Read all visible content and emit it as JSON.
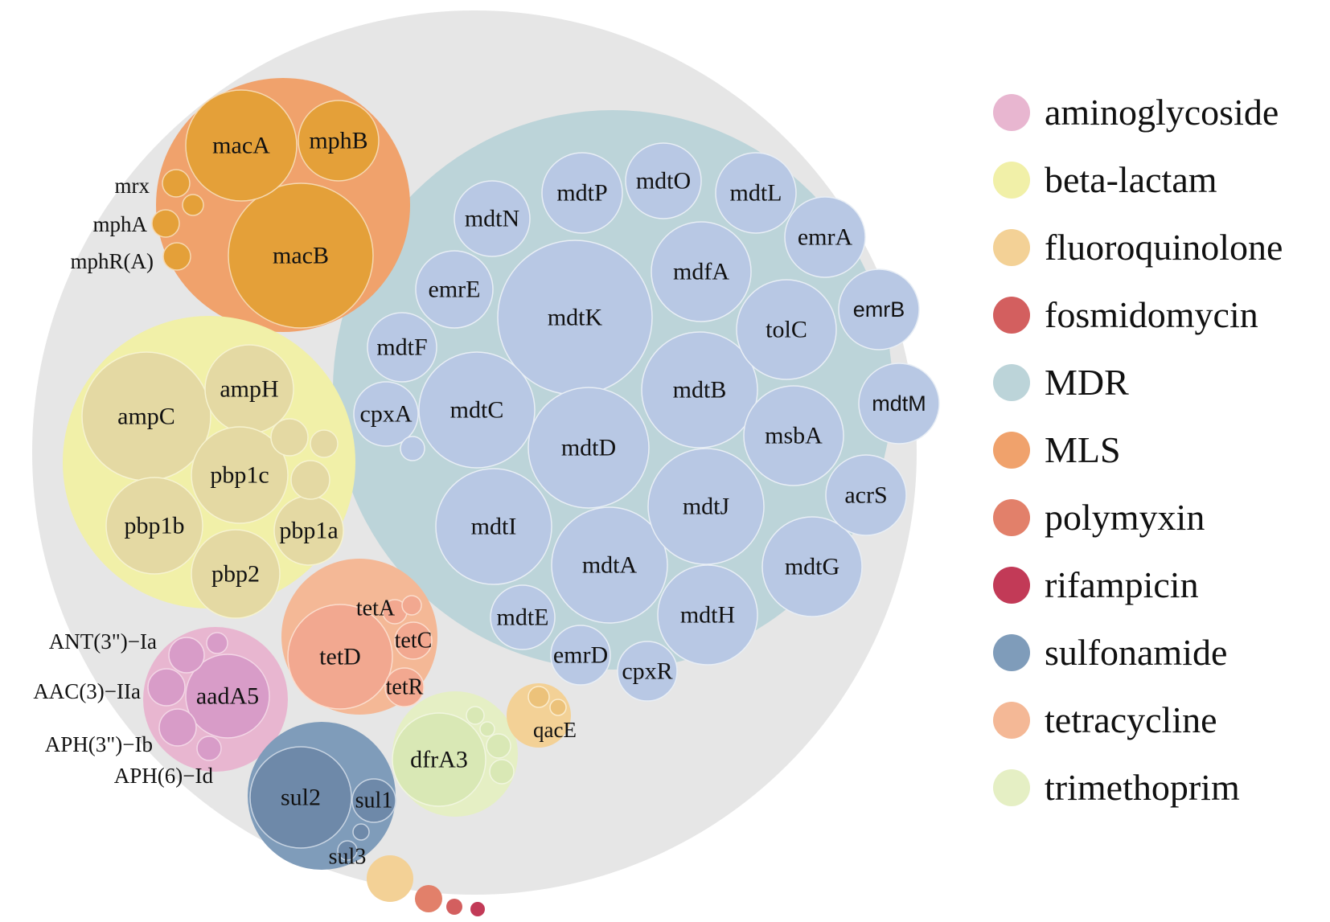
{
  "legend": [
    {
      "name": "aminoglycoside",
      "color": "#e8b6d0"
    },
    {
      "name": "beta-lactam",
      "color": "#f1f0a8"
    },
    {
      "name": "fluoroquinolone",
      "color": "#f3d196"
    },
    {
      "name": "fosmidomycin",
      "color": "#d35f5f"
    },
    {
      "name": "MDR",
      "color": "#bcd4d9"
    },
    {
      "name": "MLS",
      "color": "#f0a26c"
    },
    {
      "name": "polymyxin",
      "color": "#e2806a"
    },
    {
      "name": "rifampicin",
      "color": "#c23a57"
    },
    {
      "name": "sulfonamide",
      "color": "#7f9cba"
    },
    {
      "name": "tetracycline",
      "color": "#f4b896"
    },
    {
      "name": "trimethoprim",
      "color": "#e5efc4"
    }
  ],
  "groups": [
    {
      "class": "MDR",
      "genes": [
        "mdtK",
        "mdtB",
        "mdtD",
        "mdtC",
        "mdtI",
        "mdtA",
        "mdtJ",
        "mdtG",
        "mdtH",
        "msbA",
        "tolC",
        "mdfA",
        "emrA",
        "emrB",
        "mdtM",
        "acrS",
        "mdtL",
        "mdtO",
        "mdtP",
        "mdtN",
        "emrE",
        "mdtF",
        "cpxA",
        "mdtE",
        "emrD",
        "cpxR"
      ]
    },
    {
      "class": "MLS",
      "genes": [
        "macB",
        "macA",
        "mphB",
        "mrx",
        "mphA",
        "mphR(A)"
      ]
    },
    {
      "class": "beta-lactam",
      "genes": [
        "ampC",
        "ampH",
        "pbp1c",
        "pbp1b",
        "pbp1a",
        "pbp2"
      ]
    },
    {
      "class": "tetracycline",
      "genes": [
        "tetD",
        "tetA",
        "tetC",
        "tetR"
      ]
    },
    {
      "class": "aminoglycoside",
      "genes": [
        "aadA5",
        "ANT(3\")−Ia",
        "AAC(3)−IIa",
        "APH(3\")−Ib",
        "APH(6)−Id"
      ]
    },
    {
      "class": "sulfonamide",
      "genes": [
        "sul2",
        "sul1",
        "sul3"
      ]
    },
    {
      "class": "trimethoprim",
      "genes": [
        "dfrA3"
      ]
    },
    {
      "class": "fluoroquinolone",
      "genes": [
        "qacE"
      ]
    }
  ]
}
